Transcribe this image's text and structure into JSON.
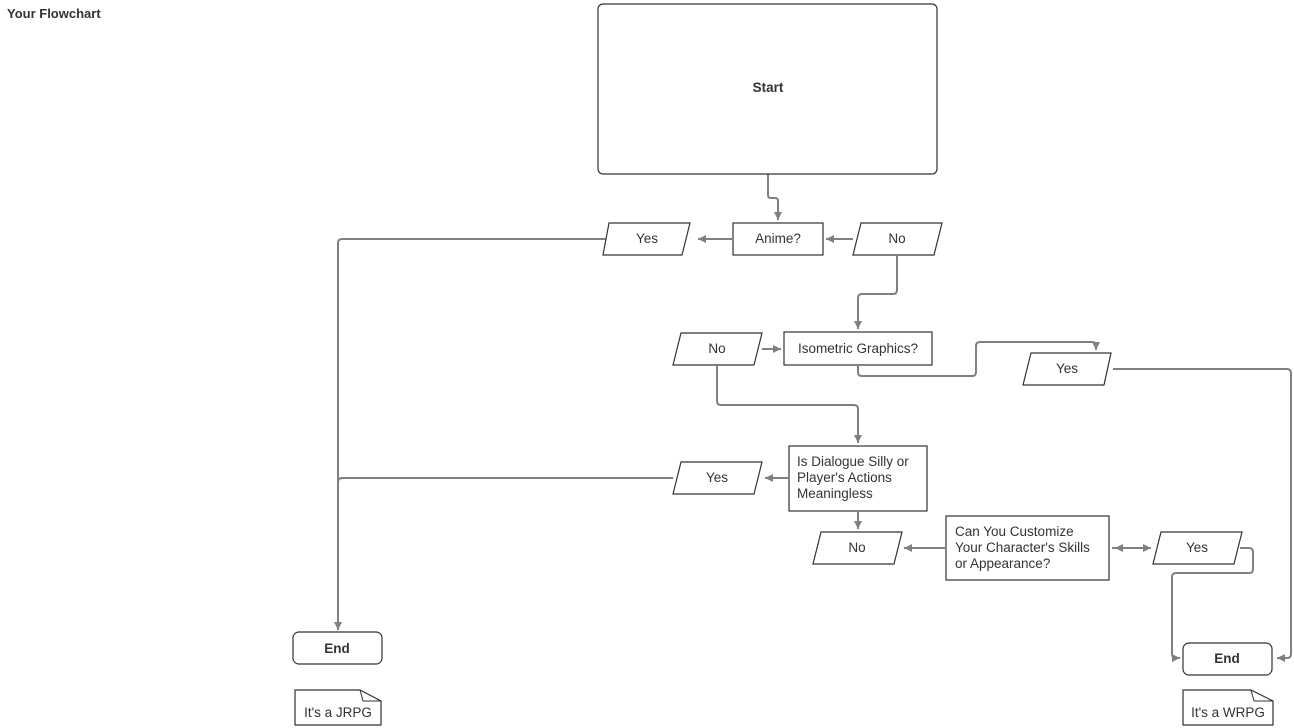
{
  "page": {
    "title": "Your Flowchart"
  },
  "nodes": {
    "start": "Start",
    "anime": "Anime?",
    "anime_yes": "Yes",
    "anime_no": "No",
    "iso_no": "No",
    "isometric": "Isometric Graphics?",
    "iso_yes": "Yes",
    "dialogue_lines": [
      "Is Dialogue Silly or",
      "Player's Actions",
      "Meaningless"
    ],
    "dialogue_yes": "Yes",
    "dialogue_no": "No",
    "customize_lines": [
      "Can You Customize",
      "Your Character's Skills",
      "or Appearance?"
    ],
    "customize_yes": "Yes",
    "end_left": "End",
    "end_right": "End",
    "note_left": "It's a JRPG",
    "note_right": "It's a WRPG"
  },
  "colors": {
    "stroke": "#333333",
    "connector": "#808080",
    "text": "#333333"
  }
}
